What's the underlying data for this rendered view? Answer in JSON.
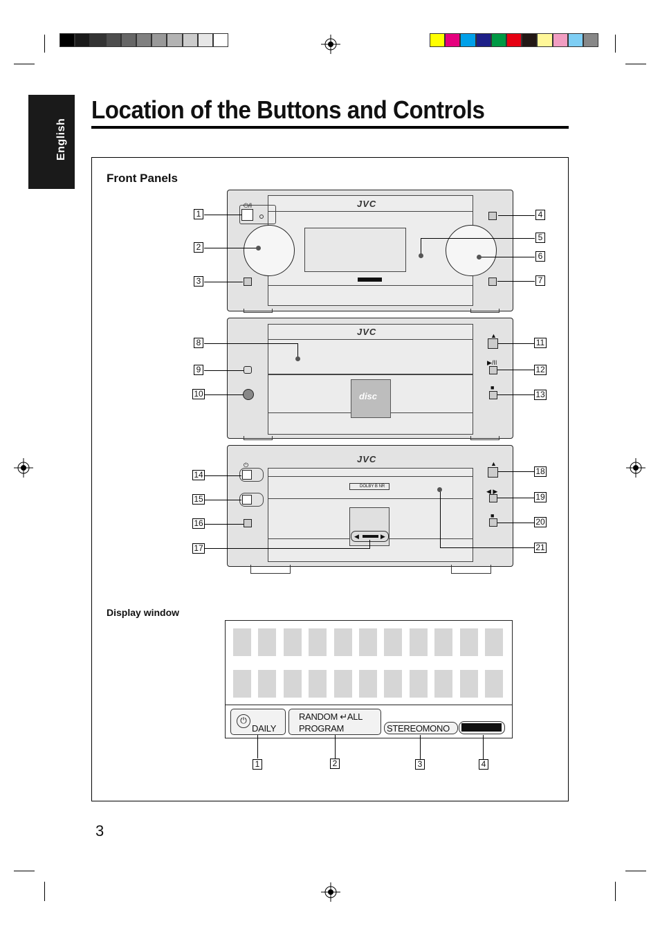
{
  "page": {
    "title": "Location of the Buttons and Controls",
    "language_tab": "English",
    "page_number": "3"
  },
  "front_panels": {
    "heading": "Front Panels",
    "brand": "JVC",
    "disc_logo": "disc",
    "dolby_label": "DOLBY B NR",
    "callouts": [
      "1",
      "2",
      "3",
      "4",
      "5",
      "6",
      "7",
      "8",
      "9",
      "10",
      "11",
      "12",
      "13",
      "14",
      "15",
      "16",
      "17",
      "18",
      "19",
      "20",
      "21"
    ]
  },
  "display_window": {
    "heading": "Display window",
    "daily": "DAILY",
    "random_all": "RANDOM ↵ALL",
    "program": "PROGRAM",
    "stereo_mono": "STEREOMONO",
    "callouts": [
      "1",
      "2",
      "3",
      "4"
    ]
  },
  "colors": {
    "gray_bar": [
      "#000000",
      "#1a1a1a",
      "#333333",
      "#4d4d4d",
      "#666666",
      "#808080",
      "#999999",
      "#b3b3b3",
      "#cccccc",
      "#e6e6e6",
      "#ffffff"
    ],
    "color_bar": [
      "#ffff00",
      "#e6007e",
      "#00a0e9",
      "#1d2088",
      "#009944",
      "#e60012",
      "#231815",
      "#fff799",
      "#f19ec2",
      "#7ecef4",
      "#888888"
    ]
  }
}
